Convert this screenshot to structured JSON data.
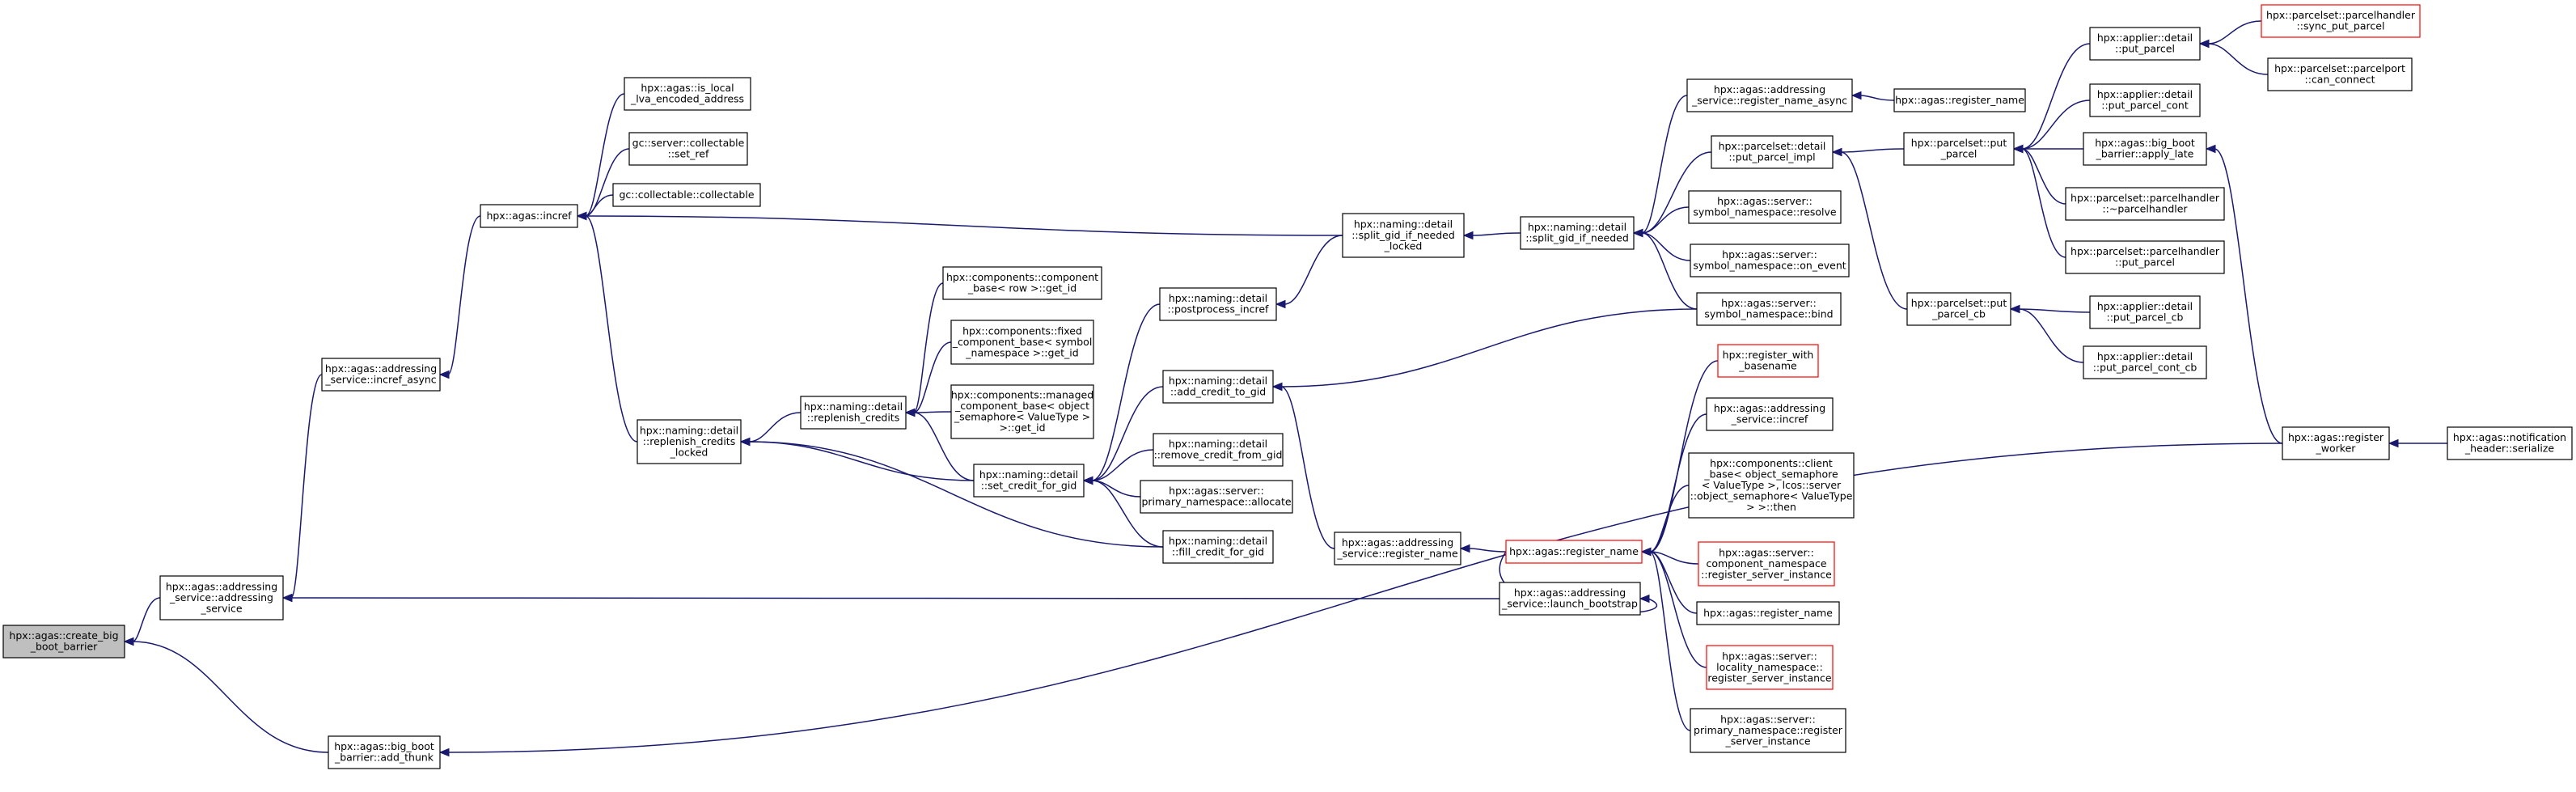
{
  "graph": {
    "nodes": [
      {
        "id": "root",
        "lines": [
          "hpx::agas::create_big",
          "_boot_barrier"
        ],
        "root": true
      },
      {
        "id": "as_ctor",
        "lines": [
          "hpx::agas::addressing",
          "_service::addressing",
          "_service"
        ]
      },
      {
        "id": "add_thunk",
        "lines": [
          "hpx::agas::big_boot",
          "_barrier::add_thunk"
        ]
      },
      {
        "id": "incref_async",
        "lines": [
          "hpx::agas::addressing",
          "_service::incref_async"
        ]
      },
      {
        "id": "incref",
        "lines": [
          "hpx::agas::incref"
        ]
      },
      {
        "id": "replenish_locked",
        "lines": [
          "hpx::naming::detail",
          "::replenish_credits",
          "_locked"
        ]
      },
      {
        "id": "is_local",
        "lines": [
          "hpx::agas::is_local",
          "_lva_encoded_address"
        ]
      },
      {
        "id": "set_ref",
        "lines": [
          "gc::server::collectable",
          "::set_ref"
        ]
      },
      {
        "id": "collectable",
        "lines": [
          "gc::collectable::collectable"
        ]
      },
      {
        "id": "replenish",
        "lines": [
          "hpx::naming::detail",
          "::replenish_credits"
        ]
      },
      {
        "id": "set_credit",
        "lines": [
          "hpx::naming::detail",
          "::set_credit_for_gid"
        ]
      },
      {
        "id": "comp_row",
        "lines": [
          "hpx::components::component",
          "_base< row >::get_id"
        ]
      },
      {
        "id": "fixed_comp",
        "lines": [
          "hpx::components::fixed",
          "_component_base< symbol",
          "_namespace >::get_id"
        ]
      },
      {
        "id": "managed_comp",
        "lines": [
          "hpx::components::managed",
          "_component_base< object",
          "_semaphore< ValueType >",
          ">::get_id"
        ]
      },
      {
        "id": "postprocess",
        "lines": [
          "hpx::naming::detail",
          "::postprocess_incref"
        ]
      },
      {
        "id": "add_credit",
        "lines": [
          "hpx::naming::detail",
          "::add_credit_to_gid"
        ]
      },
      {
        "id": "remove_credit",
        "lines": [
          "hpx::naming::detail",
          "::remove_credit_from_gid"
        ]
      },
      {
        "id": "allocate",
        "lines": [
          "hpx::agas::server::",
          "primary_namespace::allocate"
        ]
      },
      {
        "id": "fill_credit",
        "lines": [
          "hpx::naming::detail",
          "::fill_credit_for_gid"
        ]
      },
      {
        "id": "split_locked",
        "lines": [
          "hpx::naming::detail",
          "::split_gid_if_needed",
          "_locked"
        ]
      },
      {
        "id": "split",
        "lines": [
          "hpx::naming::detail",
          "::split_gid_if_needed"
        ]
      },
      {
        "id": "as_register_name",
        "lines": [
          "hpx::agas::addressing",
          "_service::register_name"
        ]
      },
      {
        "id": "launch_bootstrap",
        "lines": [
          "hpx::agas::addressing",
          "_service::launch_bootstrap"
        ]
      },
      {
        "id": "register_name",
        "lines": [
          "hpx::agas::register_name"
        ],
        "red": true
      },
      {
        "id": "rn_async",
        "lines": [
          "hpx::agas::addressing",
          "_service::register_name_async"
        ]
      },
      {
        "id": "register_name2",
        "lines": [
          "hpx::agas::register_name"
        ]
      },
      {
        "id": "put_parcel_impl",
        "lines": [
          "hpx::parcelset::detail",
          "::put_parcel_impl"
        ]
      },
      {
        "id": "sym_resolve",
        "lines": [
          "hpx::agas::server::",
          "symbol_namespace::resolve"
        ]
      },
      {
        "id": "sym_on_event",
        "lines": [
          "hpx::agas::server::",
          "symbol_namespace::on_event"
        ]
      },
      {
        "id": "sym_bind",
        "lines": [
          "hpx::agas::server::",
          "symbol_namespace::bind"
        ]
      },
      {
        "id": "register_with",
        "lines": [
          "hpx::register_with",
          "_basename"
        ],
        "red": true
      },
      {
        "id": "as_incref",
        "lines": [
          "hpx::agas::addressing",
          "_service::incref"
        ]
      },
      {
        "id": "client_base",
        "lines": [
          "hpx::components::client",
          "_base< object_semaphore",
          "< ValueType >, lcos::server",
          "::object_semaphore< ValueType",
          "> >::then"
        ]
      },
      {
        "id": "comp_ns",
        "lines": [
          "hpx::agas::server::",
          "component_namespace",
          "::register_server_instance"
        ],
        "red": true
      },
      {
        "id": "register_name3",
        "lines": [
          "hpx::agas::register_name"
        ]
      },
      {
        "id": "loc_ns",
        "lines": [
          "hpx::agas::server::",
          "locality_namespace::",
          "register_server_instance"
        ],
        "red": true
      },
      {
        "id": "prim_ns",
        "lines": [
          "hpx::agas::server::",
          "primary_namespace::register",
          "_server_instance"
        ]
      },
      {
        "id": "ps_put_parcel",
        "lines": [
          "hpx::parcelset::put",
          "_parcel"
        ]
      },
      {
        "id": "ps_put_parcel_cb",
        "lines": [
          "hpx::parcelset::put",
          "_parcel_cb"
        ]
      },
      {
        "id": "app_put_parcel",
        "lines": [
          "hpx::applier::detail",
          "::put_parcel"
        ]
      },
      {
        "id": "app_put_parcel_cont",
        "lines": [
          "hpx::applier::detail",
          "::put_parcel_cont"
        ]
      },
      {
        "id": "apply_late",
        "lines": [
          "hpx::agas::big_boot",
          "_barrier::apply_late"
        ]
      },
      {
        "id": "ph_dtor",
        "lines": [
          "hpx::parcelset::parcelhandler",
          "::~parcelhandler"
        ]
      },
      {
        "id": "ph_put_parcel",
        "lines": [
          "hpx::parcelset::parcelhandler",
          "::put_parcel"
        ]
      },
      {
        "id": "app_put_parcel_cb",
        "lines": [
          "hpx::applier::detail",
          "::put_parcel_cb"
        ]
      },
      {
        "id": "app_put_parcel_cont_cb",
        "lines": [
          "hpx::applier::detail",
          "::put_parcel_cont_cb"
        ]
      },
      {
        "id": "sync_put_parcel",
        "lines": [
          "hpx::parcelset::parcelhandler",
          "::sync_put_parcel"
        ],
        "red": true
      },
      {
        "id": "can_connect",
        "lines": [
          "hpx::parcelset::parcelport",
          "::can_connect"
        ]
      },
      {
        "id": "register_worker",
        "lines": [
          "hpx::agas::register",
          "_worker"
        ]
      },
      {
        "id": "notif_serialize",
        "lines": [
          "hpx::agas::notification",
          "_header::serialize"
        ]
      }
    ],
    "edges": [
      [
        "as_ctor",
        "root"
      ],
      [
        "add_thunk",
        "root"
      ],
      [
        "incref_async",
        "as_ctor"
      ],
      [
        "launch_bootstrap",
        "as_ctor"
      ],
      [
        "register_worker",
        "add_thunk"
      ],
      [
        "incref",
        "incref_async"
      ],
      [
        "is_local",
        "incref"
      ],
      [
        "set_ref",
        "incref"
      ],
      [
        "collectable",
        "incref"
      ],
      [
        "split_locked",
        "incref"
      ],
      [
        "replenish_locked",
        "incref"
      ],
      [
        "replenish",
        "replenish_locked"
      ],
      [
        "set_credit",
        "replenish_locked"
      ],
      [
        "fill_credit",
        "replenish_locked"
      ],
      [
        "comp_row",
        "replenish"
      ],
      [
        "fixed_comp",
        "replenish"
      ],
      [
        "managed_comp",
        "replenish"
      ],
      [
        "set_credit",
        "replenish"
      ],
      [
        "postprocess",
        "set_credit"
      ],
      [
        "add_credit",
        "set_credit"
      ],
      [
        "remove_credit",
        "set_credit"
      ],
      [
        "allocate",
        "set_credit"
      ],
      [
        "fill_credit",
        "set_credit"
      ],
      [
        "split_locked",
        "postprocess"
      ],
      [
        "sym_bind",
        "add_credit"
      ],
      [
        "as_register_name",
        "add_credit"
      ],
      [
        "split",
        "split_locked"
      ],
      [
        "rn_async",
        "split"
      ],
      [
        "put_parcel_impl",
        "split"
      ],
      [
        "sym_resolve",
        "split"
      ],
      [
        "sym_on_event",
        "split"
      ],
      [
        "sym_bind",
        "split"
      ],
      [
        "register_name",
        "as_register_name"
      ],
      [
        "register_name",
        "launch_bootstrap"
      ],
      [
        "register_with",
        "register_name"
      ],
      [
        "as_incref",
        "register_name"
      ],
      [
        "client_base",
        "register_name"
      ],
      [
        "comp_ns",
        "register_name"
      ],
      [
        "register_name3",
        "register_name"
      ],
      [
        "loc_ns",
        "register_name"
      ],
      [
        "prim_ns",
        "register_name"
      ],
      [
        "register_name2",
        "rn_async"
      ],
      [
        "ps_put_parcel",
        "put_parcel_impl"
      ],
      [
        "ps_put_parcel_cb",
        "put_parcel_impl"
      ],
      [
        "app_put_parcel",
        "ps_put_parcel"
      ],
      [
        "app_put_parcel_cont",
        "ps_put_parcel"
      ],
      [
        "apply_late",
        "ps_put_parcel"
      ],
      [
        "ph_dtor",
        "ps_put_parcel"
      ],
      [
        "ph_put_parcel",
        "ps_put_parcel"
      ],
      [
        "app_put_parcel_cb",
        "ps_put_parcel_cb"
      ],
      [
        "app_put_parcel_cont_cb",
        "ps_put_parcel_cb"
      ],
      [
        "sync_put_parcel",
        "app_put_parcel"
      ],
      [
        "can_connect",
        "app_put_parcel"
      ],
      [
        "register_worker",
        "apply_late"
      ],
      [
        "notif_serialize",
        "register_worker"
      ]
    ]
  }
}
